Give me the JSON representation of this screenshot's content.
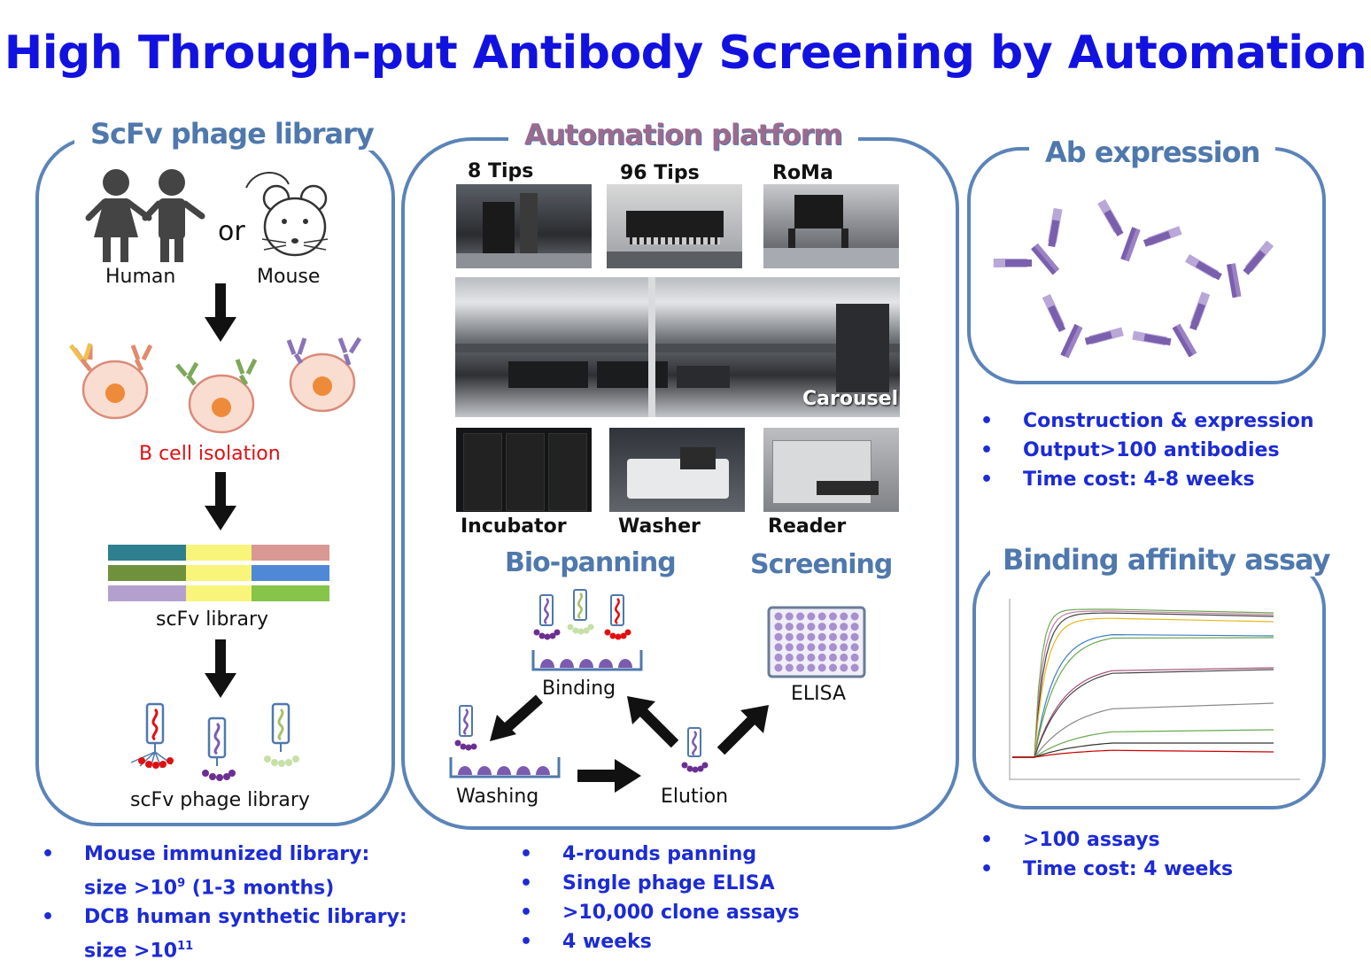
{
  "title": "High Through-put Antibody Screening by Automation",
  "colors": {
    "title": "#1212e0",
    "panel_border": "#5b84b8",
    "panel_title": "#4f78ad",
    "bullet": "#1c2bd6",
    "b_cell_label": "#e01010"
  },
  "left_panel": {
    "title": "ScFv phage library",
    "human": "Human",
    "or": "or",
    "mouse": "Mouse",
    "b_cell": "B cell isolation",
    "scfv_library": "scFv library",
    "scfv_phage_library": "scFv phage library",
    "icons": [
      "people-icon",
      "mouse-icon",
      "b-cell-icon",
      "phage-icon"
    ]
  },
  "middle_panel": {
    "title": "Automation platform",
    "photos": {
      "tips8": "8 Tips",
      "tips96": "96 Tips",
      "roma": "RoMa",
      "carousel": "Carousel",
      "incubator": "Incubator",
      "washer": "Washer",
      "reader": "Reader"
    },
    "biopanning": "Bio-panning",
    "screening": "Screening",
    "binding": "Binding",
    "washing": "Washing",
    "elution": "Elution",
    "elisa": "ELISA"
  },
  "right_top": {
    "title": "Ab expression",
    "icons": [
      "antibody-icon"
    ]
  },
  "right_bottom": {
    "title": "Binding affinity assay"
  },
  "bullets": {
    "left": [
      {
        "line1": "Mouse immunized library:",
        "line2_pre": "size >10",
        "sup": "9",
        "line2_post": " (1-3 months)"
      },
      {
        "line1": "DCB human synthetic library:",
        "line2_pre": "size >10",
        "sup": "11",
        "line2_post": ""
      }
    ],
    "middle": [
      "4-rounds panning",
      "Single phage ELISA",
      ">10,000 clone assays",
      "4 weeks"
    ],
    "right_top": [
      "Construction & expression",
      "Output>100 antibodies",
      "Time cost: 4-8 weeks"
    ],
    "right_bottom": [
      ">100 assays",
      "Time cost: 4 weeks"
    ]
  }
}
